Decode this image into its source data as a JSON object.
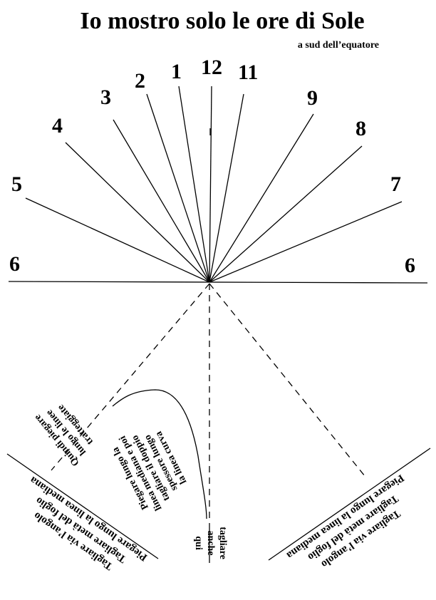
{
  "title": "Io mostro solo le ore di Sole",
  "subtitle": "a sud dell’equatore",
  "hours": {
    "h6_left": "6",
    "h5": "5",
    "h4": "4",
    "h3": "3",
    "h2": "2",
    "h1": "1",
    "h12": "12",
    "h11": "11",
    "h9": "9",
    "h8": "8",
    "h7": "7",
    "h6_right": "6"
  },
  "instructions": {
    "left_corner": [
      "Tagliare via l’angolo",
      "Tagliare metà del foglio",
      "Piegare lungo la linea mediana"
    ],
    "right_corner": [
      "Tagliare via l’angolo",
      "Tagliare metà del foglio",
      "Piegare lungo la linea mediana"
    ],
    "fold_dashed": [
      "Quindi piegare",
      "lungo le linee",
      "tratteggiate"
    ],
    "fold_middle": [
      "Piegare lungo la",
      "linea mediana e poi",
      "tagliare il doppio",
      "spessore lungo",
      "la linea curva"
    ],
    "cut_here": [
      "tagliare",
      "anche",
      "qui"
    ]
  }
}
